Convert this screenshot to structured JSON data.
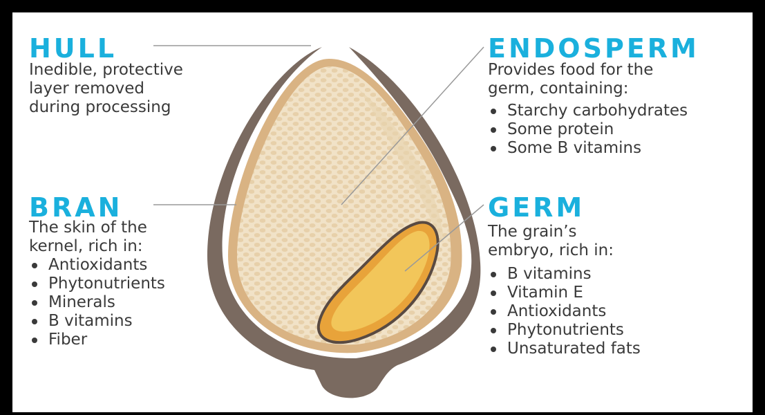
{
  "colors": {
    "accent": "#1ab0dd",
    "text": "#3a3a3a",
    "hull": "#7a6a60",
    "bran": "#d9b383",
    "endosperm": "#f1e2c7",
    "germ": "#f2c65a",
    "germ_outline": "#594a42"
  },
  "hull": {
    "heading": "HULL",
    "description": "Inedible, protective\nlayer removed\nduring processing"
  },
  "bran": {
    "heading": "BRAN",
    "description": "The skin of the\nkernel, rich in:",
    "items": [
      "Antioxidants",
      "Phytonutrients",
      "Minerals",
      "B vitamins",
      "Fiber"
    ]
  },
  "endosperm": {
    "heading": "ENDOSPERM",
    "description": "Provides food for the\ngerm, containing:",
    "items": [
      "Starchy carbohydrates",
      "Some protein",
      "Some B vitamins"
    ]
  },
  "germ": {
    "heading": "GERM",
    "description": "The grain’s\nembryo, rich in:",
    "items": [
      "B vitamins",
      "Vitamin E",
      "Antioxidants",
      "Phytonutrients",
      "Unsaturated fats"
    ]
  }
}
